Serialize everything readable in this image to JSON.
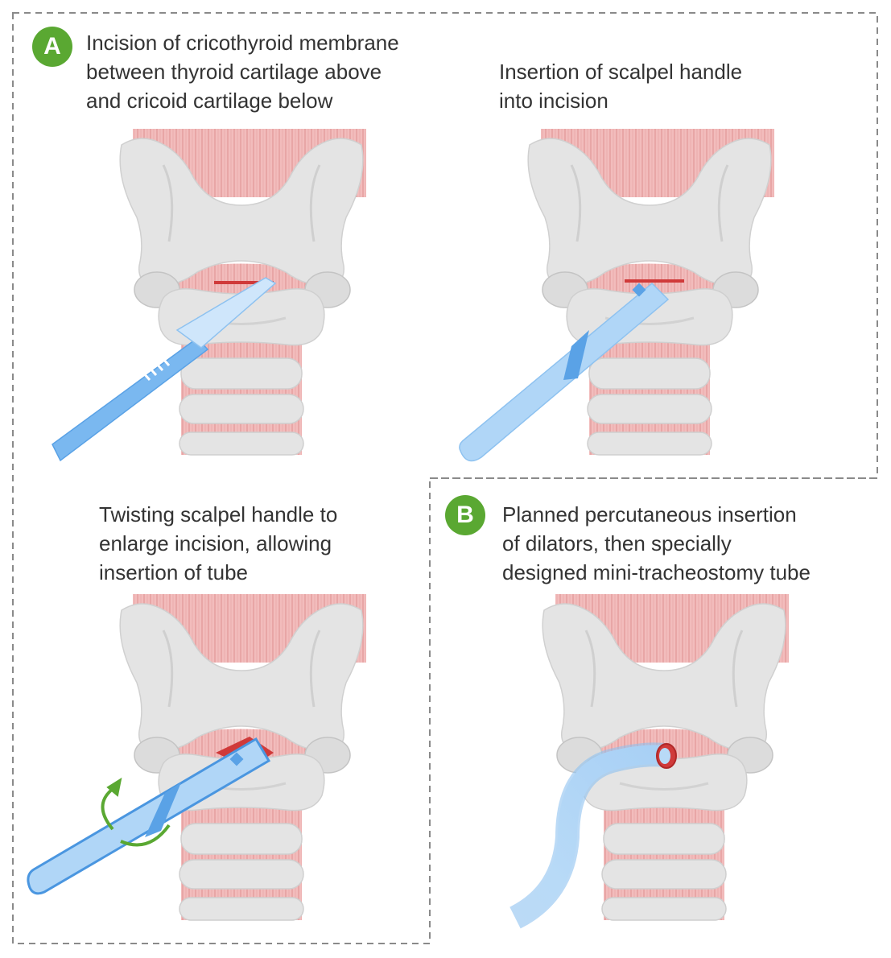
{
  "colors": {
    "accent_green": "#5aa832",
    "border_dash": "#8a8a8a",
    "cartilage": "#e3e3e3",
    "cartilage_shade": "#c8c8c8",
    "muscle": "#efb3b3",
    "incision": "#d03a3a",
    "scalpel": "#7ab8f0",
    "scalpel_light": "#b8daf7",
    "scalpel_dark": "#4a96e0",
    "arrow": "#5aa832"
  },
  "section_a": {
    "badge": "A",
    "panel_1": {
      "caption": [
        "Incision of cricothyroid membrane",
        "between thyroid cartilage above",
        "and cricoid cartilage below"
      ]
    },
    "panel_2": {
      "caption": [
        "Insertion of scalpel handle",
        "into incision"
      ]
    },
    "panel_3": {
      "caption": [
        "Twisting scalpel handle to",
        "enlarge incision, allowing",
        "insertion of tube"
      ]
    }
  },
  "section_b": {
    "badge": "B",
    "panel_4": {
      "caption": [
        "Planned percutaneous insertion",
        "of dilators, then specially",
        "designed mini-tracheostomy tube"
      ]
    }
  }
}
